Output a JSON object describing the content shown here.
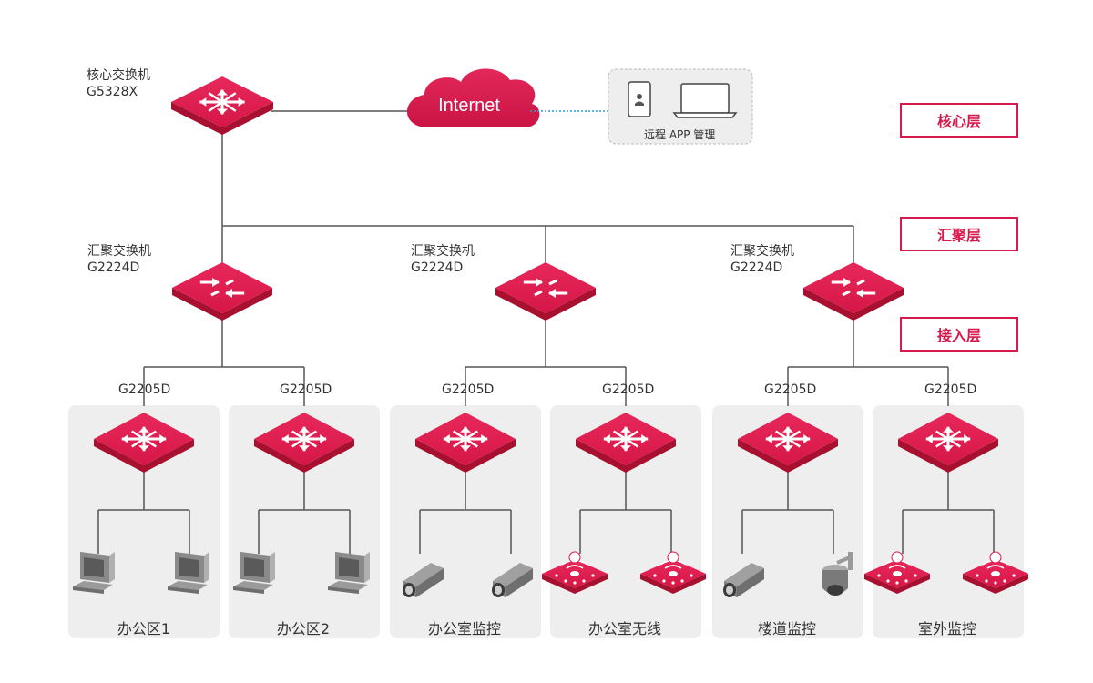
{
  "core": {
    "name": "核心交换机",
    "model": "G5328X"
  },
  "internet": {
    "label": "Internet"
  },
  "remote": {
    "label": "远程 APP 管理"
  },
  "layers": [
    "核心层",
    "汇聚层",
    "接入层"
  ],
  "aggregation": [
    {
      "name": "汇聚交换机",
      "model": "G2224D"
    },
    {
      "name": "汇聚交换机",
      "model": "G2224D"
    },
    {
      "name": "汇聚交换机",
      "model": "G2224D"
    }
  ],
  "access": [
    {
      "model": "G2205D",
      "zone": "办公区1",
      "devices": "pc"
    },
    {
      "model": "G2205D",
      "zone": "办公区2",
      "devices": "pc"
    },
    {
      "model": "G2205D",
      "zone": "办公室监控",
      "devices": "camera"
    },
    {
      "model": "G2205D",
      "zone": "办公室无线",
      "devices": "ap"
    },
    {
      "model": "G2205D",
      "zone": "楼道监控",
      "devices": "camera-dome"
    },
    {
      "model": "G2205D",
      "zone": "室外监控",
      "devices": "ap"
    }
  ],
  "colors": {
    "accent": "#d7194b",
    "panel": "#eeeeee",
    "line": "#555555",
    "dotted": "#2aa0d0"
  }
}
